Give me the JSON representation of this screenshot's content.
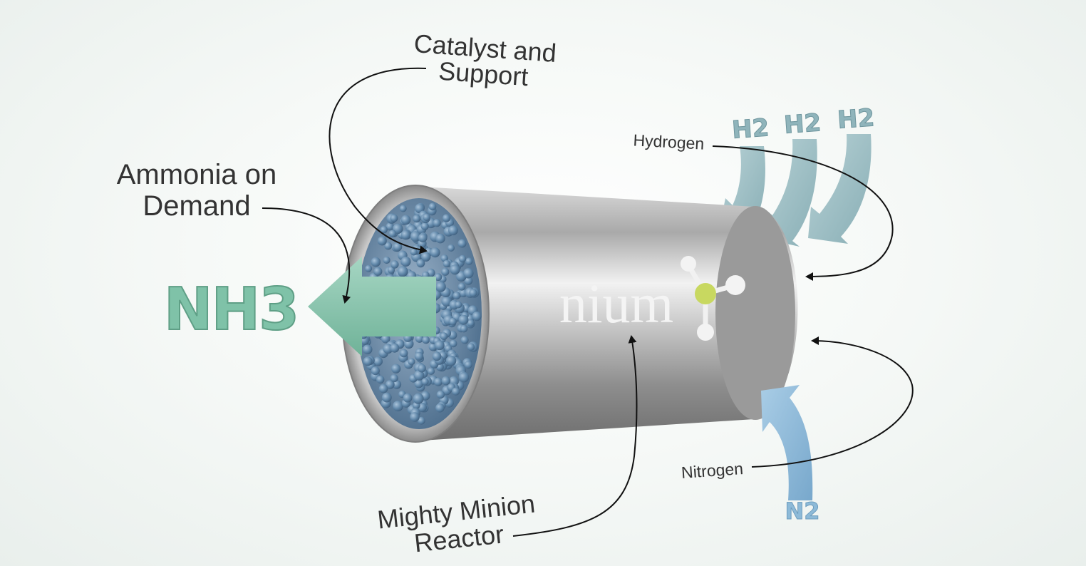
{
  "labels": {
    "catalyst_line1": "Catalyst and",
    "catalyst_line2": "Support",
    "ammonia_line1": "Ammonia on",
    "ammonia_line2": "Demand",
    "hydrogen": "Hydrogen",
    "nitrogen": "Nitrogen",
    "reactor_line1": "Mighty Minion",
    "reactor_line2": "Reactor"
  },
  "gases": {
    "product": "NH3",
    "h2_inputs": [
      "H2",
      "H2",
      "H2"
    ],
    "n2_input": "N2"
  },
  "brand": {
    "name": "nium"
  },
  "colors": {
    "nh3_arrow": "#86c4ac",
    "h2_arrow": "#9fc2c8",
    "n2_arrow": "#8dbad8",
    "catalyst_pellets": "#5f86a8",
    "molecule_center": "#c8d860",
    "cylinder_metal": "#b8b8b8"
  },
  "icons": [
    "molecule-icon"
  ]
}
